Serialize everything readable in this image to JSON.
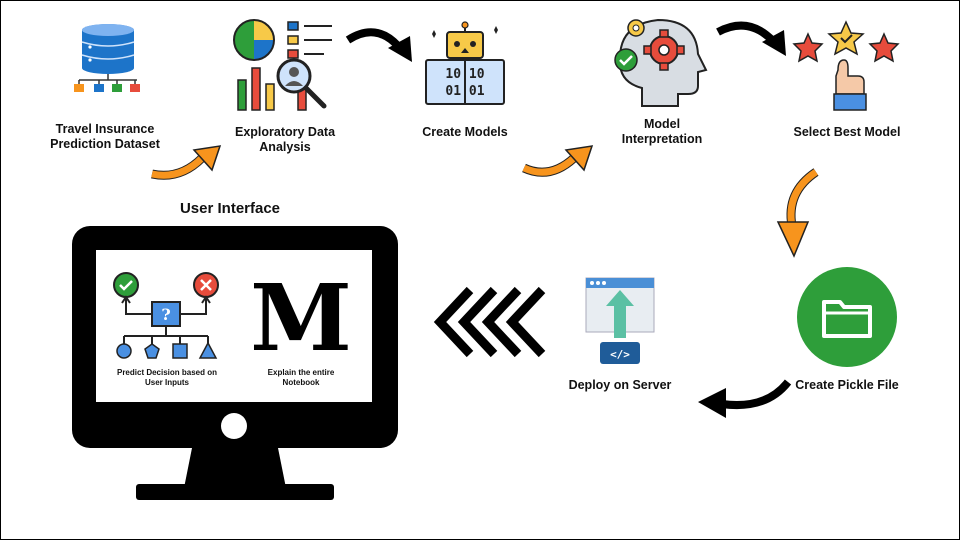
{
  "steps": {
    "dataset": "Travel Insurance\nPrediction Dataset",
    "eda": "Exploratory Data\nAnalysis",
    "models": "Create Models",
    "interpretation": "Model\nInterpretation",
    "best": "Select Best Model",
    "pickle": "Create Pickle File",
    "deploy": "Deploy on Server"
  },
  "ui": {
    "title": "User Interface",
    "predict": "Predict Decision based on\nUser Inputs",
    "explain": "Explain the entire\nNotebook",
    "logo_letter": "M",
    "decision_mark": "?",
    "code_mark": "</>",
    "binary_row1": "10  10",
    "binary_row2": "01  01"
  },
  "colors": {
    "orange_arrow": "#F7941D",
    "black_arrow": "#000000",
    "green": "#2E9E3A",
    "red": "#E74C3C",
    "blue": "#1D74C9"
  }
}
